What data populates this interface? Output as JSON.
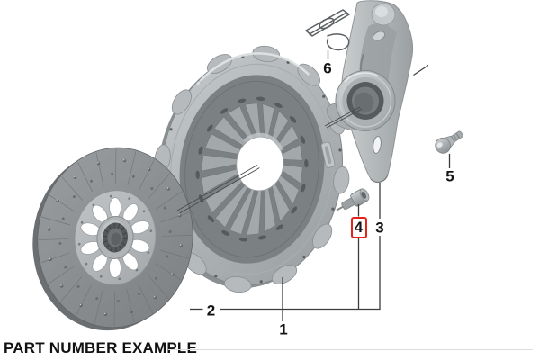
{
  "footer": {
    "label": "PART NUMBER EXAMPLE"
  },
  "callouts": [
    {
      "label": "1",
      "highlighted": false
    },
    {
      "label": "2",
      "highlighted": false
    },
    {
      "label": "3",
      "highlighted": false
    },
    {
      "label": "4",
      "highlighted": true
    },
    {
      "label": "5",
      "highlighted": false
    },
    {
      "label": "6",
      "highlighted": false
    }
  ],
  "drawing_parts": [
    "clutch-disc",
    "pressure-plate",
    "release-lever",
    "release-bearing",
    "hex-bolt",
    "pivot-pin-bolt",
    "retaining-clip"
  ],
  "colors": {
    "background": "#ffffff",
    "highlight_red": "#e2241b",
    "leader_line": "#3c3c3c",
    "label_text": "#141414",
    "footer_rule": "#dcdcdc",
    "part_gray": "#9aa0a2"
  }
}
